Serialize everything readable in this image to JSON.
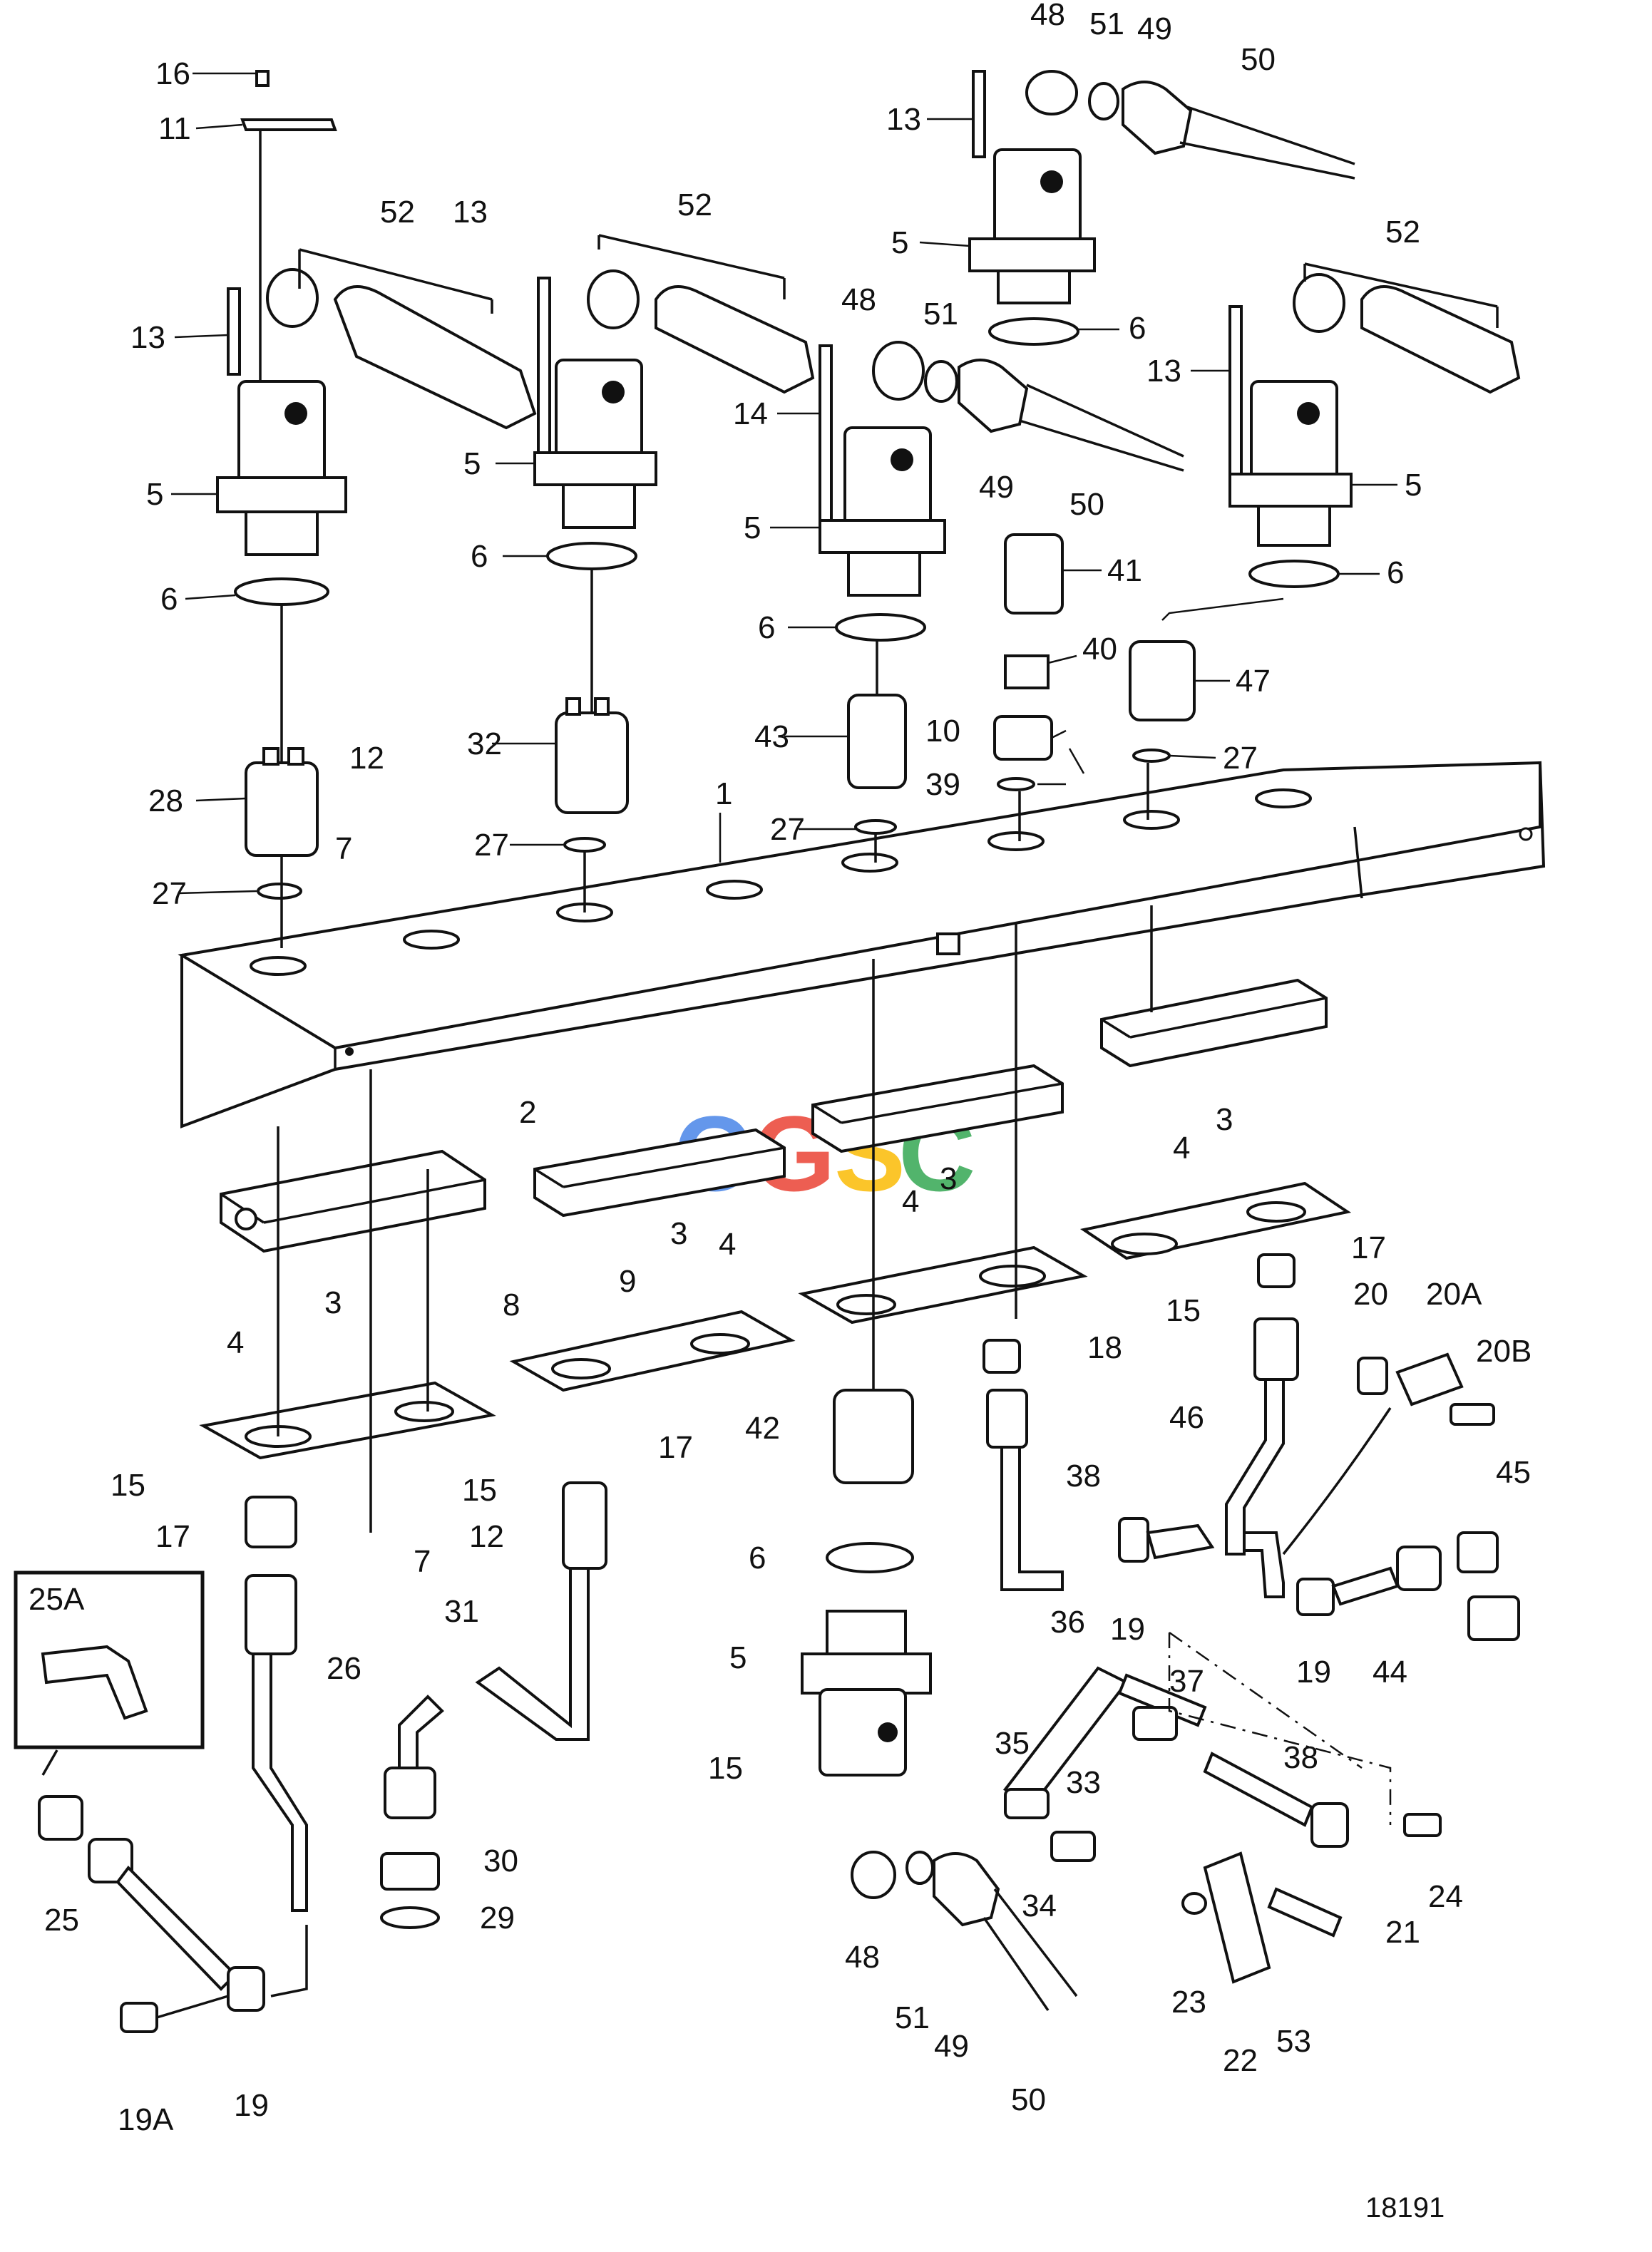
{
  "drawing_number": "18191",
  "inset_label": "25A",
  "watermark": {
    "letters": [
      "C",
      "G",
      "S",
      "C"
    ],
    "colors": [
      "#4a86e8",
      "#ea4335",
      "#fbbc05",
      "#34a853"
    ]
  },
  "labels": [
    "1",
    "2",
    "3",
    "3",
    "3",
    "3",
    "4",
    "4",
    "4",
    "4",
    "5",
    "5",
    "5",
    "5",
    "5",
    "5",
    "6",
    "6",
    "6",
    "6",
    "6",
    "6",
    "7",
    "7",
    "8",
    "9",
    "10",
    "11",
    "12",
    "12",
    "13",
    "13",
    "13",
    "13",
    "14",
    "15",
    "15",
    "15",
    "15",
    "16",
    "17",
    "17",
    "17",
    "18",
    "19",
    "19",
    "19",
    "19A",
    "20",
    "20A",
    "20B",
    "21",
    "22",
    "23",
    "24",
    "25",
    "26",
    "27",
    "27",
    "27",
    "27",
    "28",
    "29",
    "30",
    "31",
    "32",
    "33",
    "34",
    "35",
    "36",
    "37",
    "38",
    "38",
    "39",
    "40",
    "41",
    "42",
    "43",
    "44",
    "45",
    "46",
    "47",
    "48",
    "48",
    "48",
    "49",
    "49",
    "49",
    "50",
    "50",
    "50",
    "51",
    "51",
    "51",
    "52",
    "52",
    "52",
    "53"
  ]
}
